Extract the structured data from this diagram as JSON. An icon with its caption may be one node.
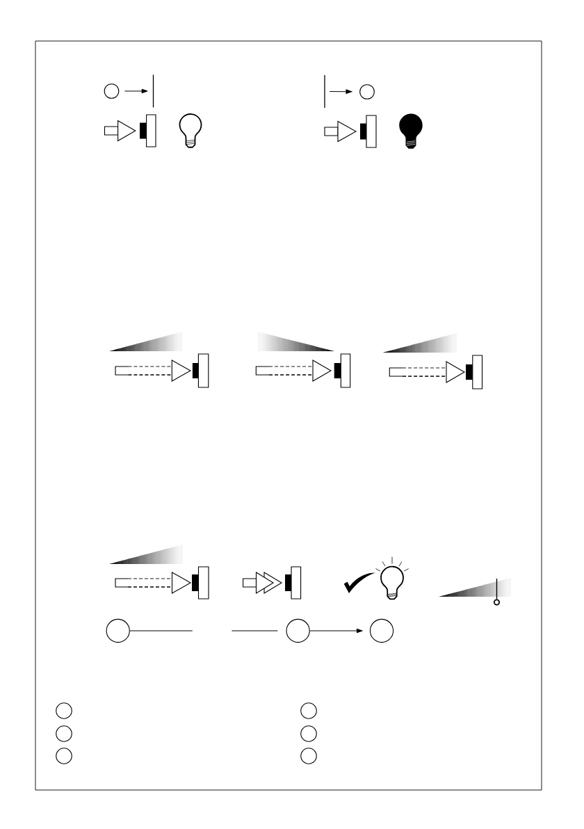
{
  "diagram": {
    "nodes": [
      {
        "text": [],
        "shape": "circle"
      },
      {
        "text": [],
        "shape": "bar"
      },
      {
        "text": [],
        "shape": "bar"
      },
      {
        "text": [],
        "shape": "circle"
      },
      {
        "text": [],
        "shape": "circle"
      },
      {
        "text": [],
        "shape": "circle"
      },
      {
        "text": [],
        "shape": "circle"
      },
      {
        "text": [],
        "shape": "circle"
      },
      {
        "text": [],
        "shape": "circle"
      },
      {
        "text": [],
        "shape": "circle"
      },
      {
        "text": [],
        "shape": "circle"
      },
      {
        "text": [],
        "shape": "circle"
      },
      {
        "text": [],
        "shape": "circle"
      }
    ],
    "edges": [
      {
        "from": 0,
        "to": 1,
        "arrow": "to"
      },
      {
        "from": 2,
        "to": 3,
        "arrow": "to"
      },
      {
        "from": 4,
        "to": 5,
        "arrow": "none",
        "style": "dashed"
      },
      {
        "from": 5,
        "to": 6,
        "arrow": "to"
      }
    ]
  }
}
